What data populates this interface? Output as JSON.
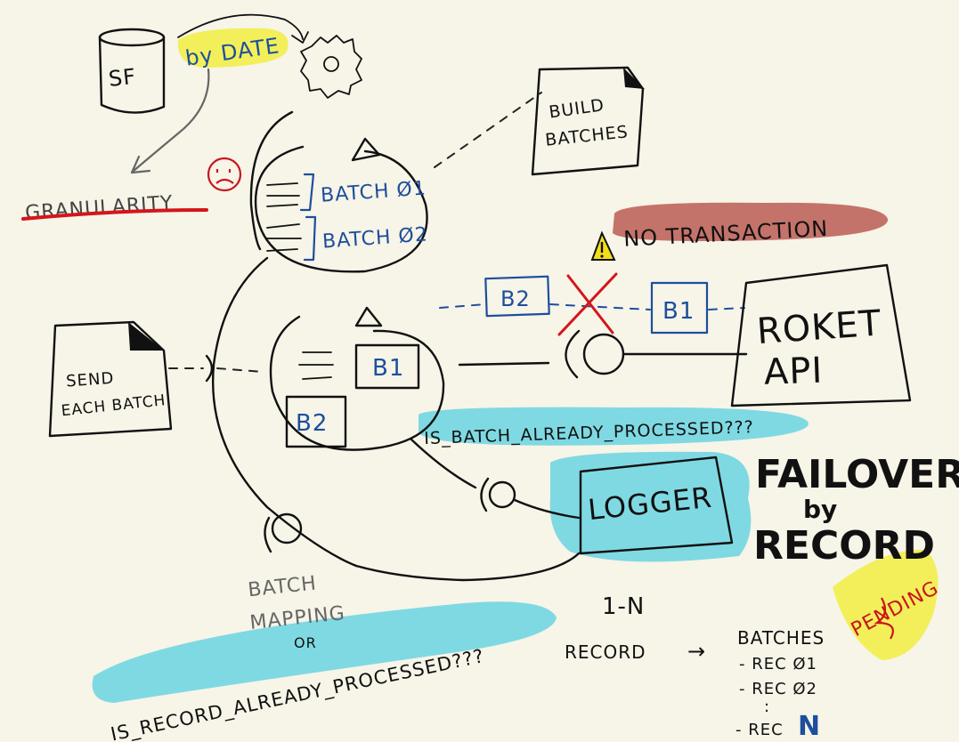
{
  "colors": {
    "paper": "#f7f4e8",
    "ink": "#111111",
    "blue": "#1d4f9c",
    "cyan_highlight": "#7fd9e3",
    "yellow_highlight": "#f2ef5a",
    "red_underline": "#d4151b",
    "red_banner": "#c4736a",
    "warning_yellow": "#f2de1a"
  },
  "labels": {
    "sf": "SF",
    "by_date": "by DATE",
    "granularity": "GRANULARITY",
    "build_batches_1": "BUILD",
    "build_batches_2": "BATCHES",
    "batch_01": "BATCH Ø1",
    "batch_02": "BATCH Ø2",
    "no_transaction": "NO TRANSACTION",
    "b2": "B2",
    "b1": "B1",
    "roket_1": "ROKET",
    "roket_2": "API",
    "send_each_1": "SEND",
    "send_each_2": "EACH BATCH",
    "b1_inner": "B1",
    "b2_inner": "B2",
    "is_batch_processed": "IS_BATCH_ALREADY_PROCESSED???",
    "logger": "LOGGER",
    "failover_1": "FAILOVER",
    "failover_2": "by",
    "failover_3": "RECORD",
    "pending": "PENDING",
    "batch_mapping_1": "BATCH",
    "batch_mapping_2": "MAPPING",
    "batch_mapping_3": "OR",
    "is_record_processed": "IS_RECORD_ALREADY_PROCESSED???",
    "one_n": "1-N",
    "record": "RECORD",
    "arrow": "→",
    "batches": "BATCHES",
    "rec01": "- REC Ø1",
    "rec02": "- REC Ø2",
    "dots": ":",
    "recN_prefix": "- REC",
    "recN_suffix": "N"
  },
  "icons": [
    "database-icon",
    "gear-icon",
    "document-icon",
    "warning-icon",
    "sad-face-icon",
    "cross-icon",
    "refresh-arrow-icon",
    "interface-socket-icon"
  ]
}
